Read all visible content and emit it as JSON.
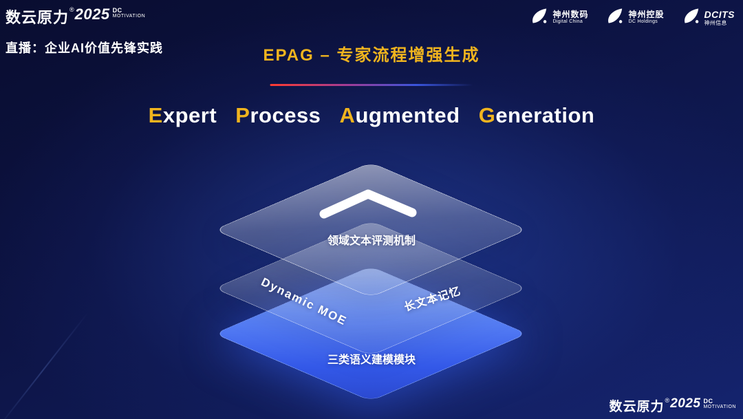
{
  "brand": {
    "name": "数云原力",
    "reg": "®",
    "year": "2025",
    "dc": "DC",
    "motivation": "MOTIVATION"
  },
  "header": {
    "live_label": "直播：企业AI价值先锋实践",
    "slide_title": "EPAG – 专家流程增强生成",
    "partner_logos": [
      {
        "icon": "digital-china-swoosh-icon",
        "line1": "神州数码",
        "line2": "Digital China"
      },
      {
        "icon": "dc-holdings-swoosh-icon",
        "line1": "神州控股",
        "line2": "DC Holdings"
      },
      {
        "icon": "dcits-swoosh-icon",
        "line1": "DCITS",
        "line2": "神州信息"
      }
    ]
  },
  "main": {
    "title_words": [
      {
        "initial": "E",
        "rest": "xpert"
      },
      {
        "initial": "P",
        "rest": "rocess"
      },
      {
        "initial": "A",
        "rest": "ugmented"
      },
      {
        "initial": "G",
        "rest": "eneration"
      }
    ],
    "diagram": {
      "top_layer_label": "领域文本评测机制",
      "middle_layer_label_left": "Dynamic MOE",
      "middle_layer_label_right": "长文本记忆",
      "bottom_layer_label": "三类语义建模模块"
    }
  },
  "colors": {
    "gold": "#f0b41e",
    "layer_blue": "#3358e8",
    "divider_red": "#ff3b30"
  }
}
